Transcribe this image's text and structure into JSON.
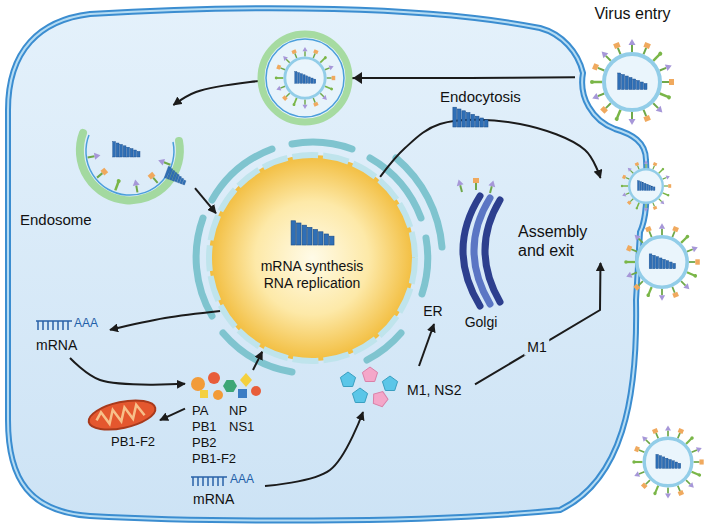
{
  "diagram": {
    "nodes": [
      {
        "text": [
          "Virus entry"
        ]
      },
      {
        "text": [
          "Endosome"
        ]
      },
      {
        "text": [
          "mRNA synthesis RNA replication"
        ]
      },
      {
        "text": [
          "ER"
        ]
      },
      {
        "text": [
          "Golgi"
        ]
      },
      {
        "text": [
          "Assembly and exit"
        ]
      },
      {
        "text": [
          "AAA",
          "mRNA"
        ]
      },
      {
        "text": [
          "PA",
          "NP",
          "PB1",
          "NS1",
          "PB2",
          "PB1-F2"
        ]
      },
      {
        "text": [
          "PB1-F2"
        ]
      },
      {
        "text": [
          "AAA",
          "mRNA"
        ]
      },
      {
        "text": [
          "M1, NS2"
        ]
      }
    ],
    "edges": [
      {
        "from": 0,
        "to": 1,
        "arrow": "to",
        "label": "Endocytosis"
      },
      {
        "from": 1,
        "to": 2,
        "arrow": "to"
      },
      {
        "from": 2,
        "to": 5,
        "arrow": "to"
      },
      {
        "from": 2,
        "to": 6,
        "arrow": "to"
      },
      {
        "from": 6,
        "to": 7,
        "arrow": "to"
      },
      {
        "from": 7,
        "to": 8,
        "arrow": "to"
      },
      {
        "from": 7,
        "to": 2,
        "arrow": "to"
      },
      {
        "from": 9,
        "to": 10,
        "arrow": "to"
      },
      {
        "from": 10,
        "to": 3,
        "arrow": "to"
      },
      {
        "from": 10,
        "to": 5,
        "arrow": "to",
        "label": "M1"
      }
    ]
  }
}
